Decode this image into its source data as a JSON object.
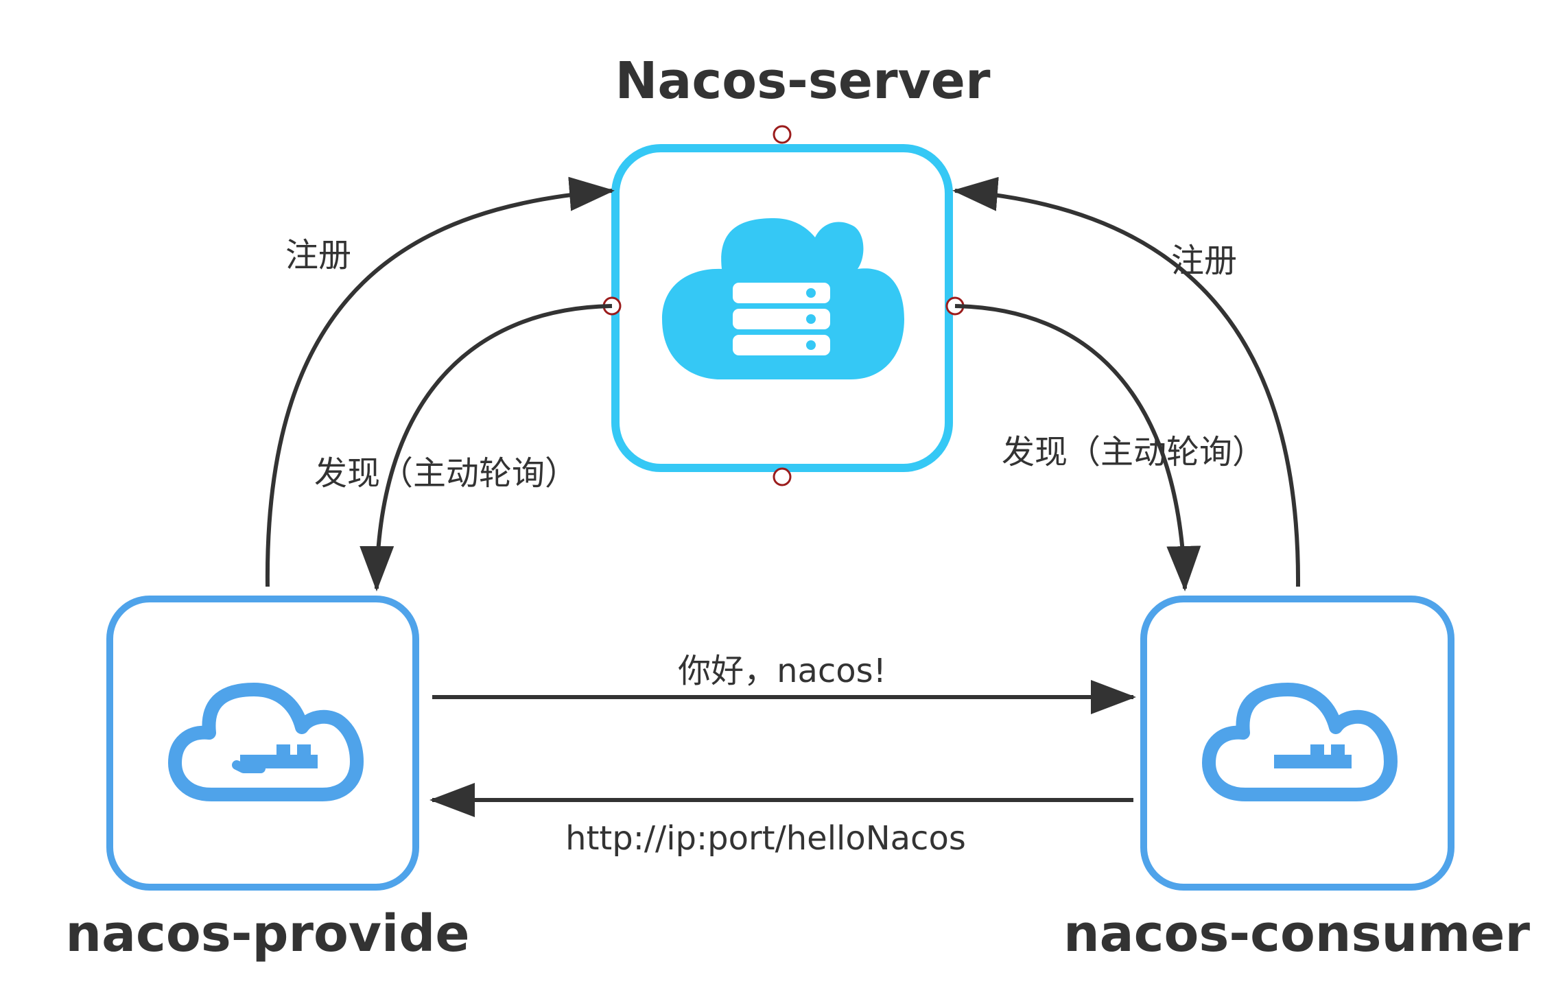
{
  "nodes": {
    "server": {
      "label": "Nacos-server"
    },
    "provider": {
      "label": "nacos-provide"
    },
    "consumer": {
      "label": "nacos-consumer"
    }
  },
  "edges": {
    "provider_register": "注册",
    "provider_discover": "发现（主动轮询）",
    "consumer_register": "注册",
    "consumer_discover": "发现（主动轮询）"
  },
  "messages": {
    "request": "你好，nacos!",
    "response": "http://ip:port/helloNacos"
  },
  "colors": {
    "server_accent": "#35c8f5",
    "client_accent": "#4fa3ea",
    "arrow": "#333333",
    "connector": "#9b1c1c"
  },
  "icons": {
    "server": "cloud-server-icon",
    "provider": "cloud-key-icon",
    "consumer": "cloud-key-icon"
  }
}
